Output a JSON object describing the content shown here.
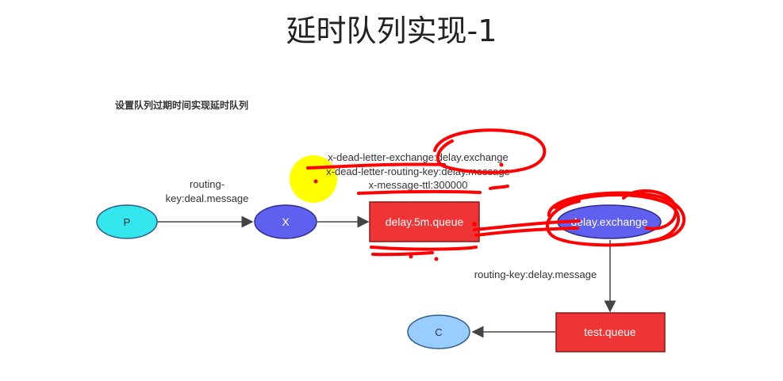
{
  "slide": {
    "title": "延时队列实现-1",
    "subtitle": "设置队列过期时间实现延时队列"
  },
  "queue_args": {
    "line1": "x-dead-letter-exchange:delay.exchange",
    "line2": "x-dead-letter-routing-key:delay.message",
    "line3": "x-message-ttl:300000"
  },
  "nodes": {
    "producer": "P",
    "exchange_x": "X",
    "delay_queue": "delay.5m.queue",
    "delay_exchange": "delay.exchange",
    "test_queue": "test.queue",
    "consumer": "C"
  },
  "edges": {
    "p_to_x_line1": "routing-",
    "p_to_x_line2": "key:deal.message",
    "exchange_to_test": "routing-key:delay.message"
  },
  "colors": {
    "producer": "#33e6ee",
    "exchange": "#6060f0",
    "queue": "#ee3434",
    "consumer": "#99ccff",
    "annotation": "#ff0000",
    "highlight": "#ffff00"
  }
}
